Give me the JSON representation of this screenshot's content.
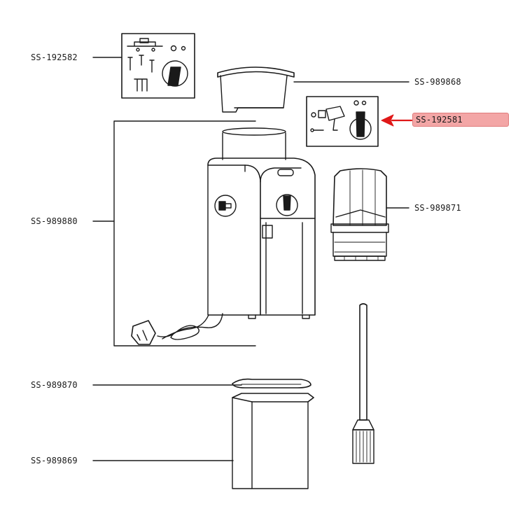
{
  "diagram": {
    "labels": [
      {
        "id": "lbl-ss-192582",
        "text": "SS-192582"
      },
      {
        "id": "lbl-ss-989868",
        "text": "SS-989868"
      },
      {
        "id": "lbl-ss-192581",
        "text": "SS-192581"
      },
      {
        "id": "lbl-ss-989880",
        "text": "SS-989880"
      },
      {
        "id": "lbl-ss-989871",
        "text": "SS-989871"
      },
      {
        "id": "lbl-ss-989870",
        "text": "SS-989870"
      },
      {
        "id": "lbl-ss-989869",
        "text": "SS-989869"
      }
    ],
    "highlighted": "SS-192581",
    "colors": {
      "line": "#1a1a1a",
      "highlight_fill": "#f3a6a6",
      "arrow": "#e01818"
    }
  }
}
